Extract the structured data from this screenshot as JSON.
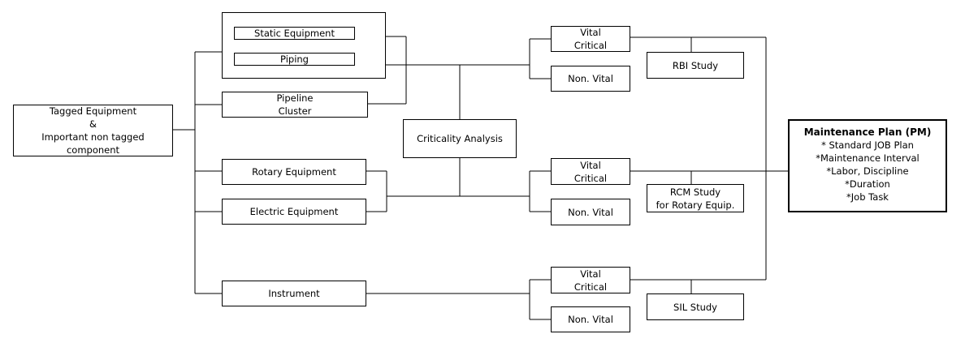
{
  "nodes": {
    "tagged": [
      "Tagged Equipment",
      "&",
      "Important non tagged component"
    ],
    "static_equipment": "Static Equipment",
    "piping": "Piping",
    "pipeline": [
      "Pipeline",
      "Cluster"
    ],
    "rotary": "Rotary Equipment",
    "electric": "Electric Equipment",
    "instrument": "Instrument",
    "criticality": "Criticality Analysis",
    "vital_critical": [
      "Vital",
      "Critical"
    ],
    "non_vital": "Non. Vital",
    "rbi": "RBI Study",
    "rcm": [
      "RCM Study",
      "for Rotary Equip."
    ],
    "sil": "SIL Study",
    "plan": {
      "title": "Maintenance Plan (PM)",
      "items": [
        "* Standard JOB Plan",
        "*Maintenance Interval",
        "*Labor, Discipline",
        "*Duration",
        "*Job Task"
      ]
    }
  }
}
